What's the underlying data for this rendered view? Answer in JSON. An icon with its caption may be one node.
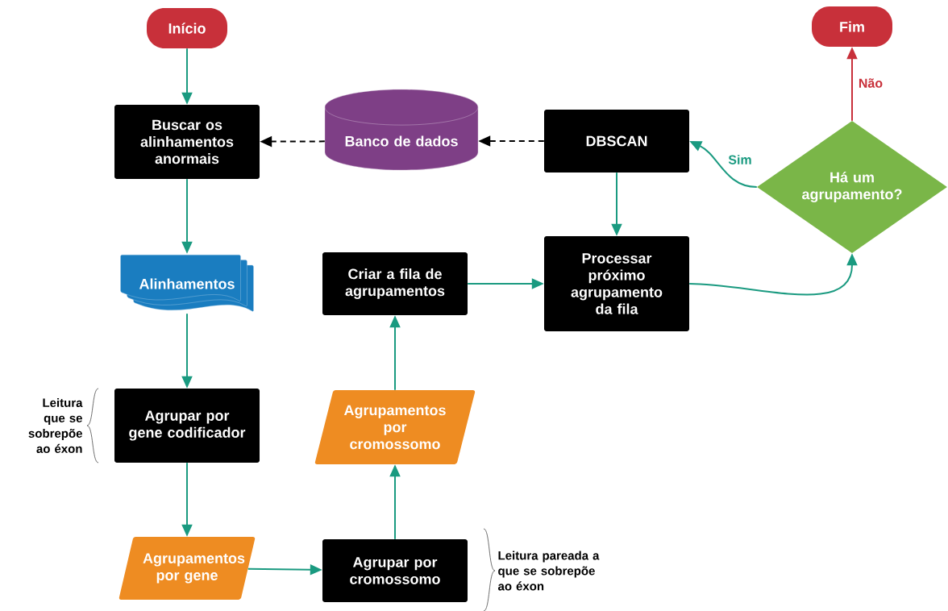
{
  "diagram": {
    "nodes": [
      {
        "text": [
          "Início"
        ]
      },
      {
        "text": [
          "Buscar os alinhamentos anormais"
        ]
      },
      {
        "text": [
          "Banco de dados"
        ]
      },
      {
        "text": [
          "DBSCAN"
        ]
      },
      {
        "text": [
          "Fim"
        ]
      },
      {
        "text": [
          "Há um agrupamento?"
        ]
      },
      {
        "text": [
          "Alinhamentos"
        ]
      },
      {
        "text": [
          "Criar a fila de agrupamentos"
        ]
      },
      {
        "text": [
          "Processar próximo agrupamento da fila"
        ]
      },
      {
        "text": [
          "Agrupar por gene codificador"
        ],
        "beside": [
          "Leitura que se sobrepõe ao éxon"
        ]
      },
      {
        "text": [
          "Agrupamentos por cromossomo"
        ]
      },
      {
        "text": [
          "Agrupamentos por gene"
        ]
      },
      {
        "text": [
          "Agrupar por cromossomo"
        ],
        "beside": [
          "Leitura pareada a que se sobrepõe ao éxon"
        ]
      }
    ],
    "edges": [
      {
        "from": 0,
        "to": 1,
        "arrow": "to"
      },
      {
        "from": 2,
        "to": 1,
        "arrow": "to",
        "style": "dashed",
        "color": "#000000"
      },
      {
        "from": 3,
        "to": 2,
        "arrow": "to",
        "style": "dashed",
        "color": "#000000"
      },
      {
        "from": 1,
        "to": 6,
        "arrow": "to"
      },
      {
        "from": 6,
        "to": 9,
        "arrow": "to"
      },
      {
        "from": 9,
        "to": 11,
        "arrow": "to"
      },
      {
        "from": 11,
        "to": 12,
        "arrow": "to"
      },
      {
        "from": 12,
        "to": 10,
        "arrow": "to"
      },
      {
        "from": 10,
        "to": 7,
        "arrow": "to"
      },
      {
        "from": 7,
        "to": 8,
        "arrow": "to"
      },
      {
        "from": 3,
        "to": 8,
        "arrow": "to"
      },
      {
        "from": 8,
        "to": 5,
        "arrow": "to"
      },
      {
        "from": 5,
        "to": 3,
        "arrow": "to",
        "label": "Sim"
      },
      {
        "from": 5,
        "to": 4,
        "arrow": "to",
        "label": "Não",
        "color": "#c8303a"
      }
    ]
  }
}
